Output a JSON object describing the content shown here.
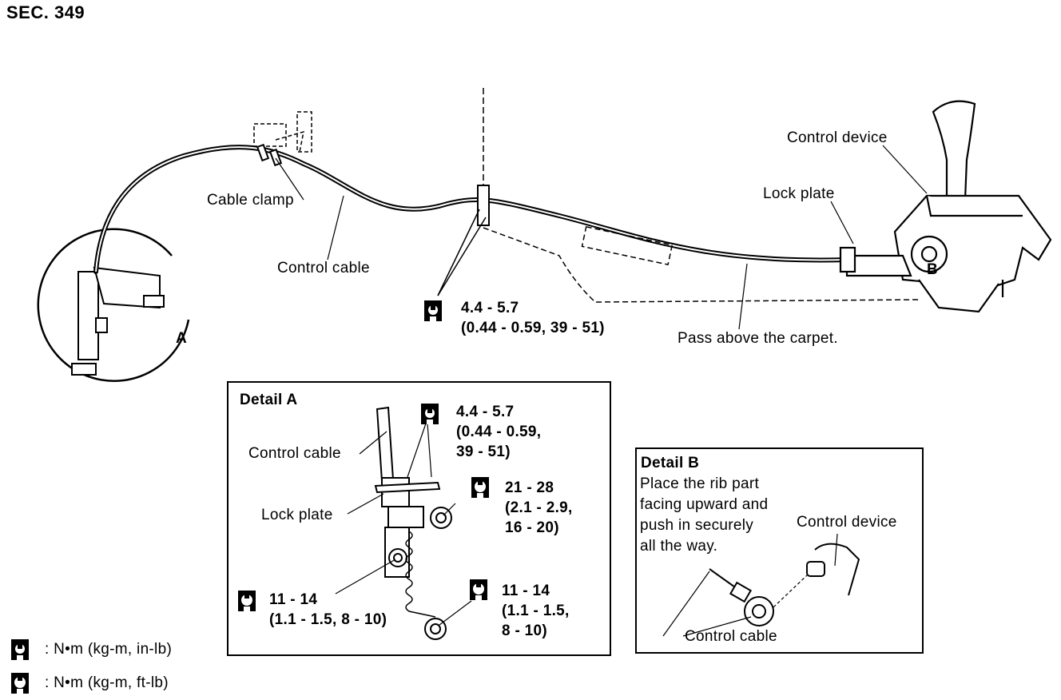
{
  "section": "SEC. 349",
  "main": {
    "cable_clamp": "Cable clamp",
    "control_cable": "Control cable",
    "control_device": "Control device",
    "lock_plate": "Lock plate",
    "pass_above": "Pass above the carpet.",
    "torque_1": "4.4 - 5.7",
    "torque_2": "(0.44 - 0.59, 39 - 51)",
    "marker_a": "A",
    "marker_b": "B"
  },
  "detail_a": {
    "title": "Detail A",
    "control_cable": "Control cable",
    "lock_plate": "Lock plate",
    "t1_a": "4.4 - 5.7",
    "t1_b": "(0.44 - 0.59,",
    "t1_c": "39 - 51)",
    "t2_a": "21 - 28",
    "t2_b": "(2.1 - 2.9,",
    "t2_c": "16 - 20)",
    "t3_a": "11 - 14",
    "t3_b": "(1.1 - 1.5, 8 - 10)",
    "t4_a": "11 - 14",
    "t4_b": "(1.1 - 1.5,",
    "t4_c": "8 - 10)"
  },
  "detail_b": {
    "title": "Detail B",
    "line1": "Place the rib part",
    "line2": "facing upward and",
    "line3": "push in securely",
    "line4": "all the way.",
    "control_device": "Control device",
    "control_cable": "Control cable"
  },
  "legend": {
    "in_lb": ": N•m  (kg-m,  in-lb)",
    "ft_lb": ": N•m  (kg-m,  ft-lb)"
  }
}
